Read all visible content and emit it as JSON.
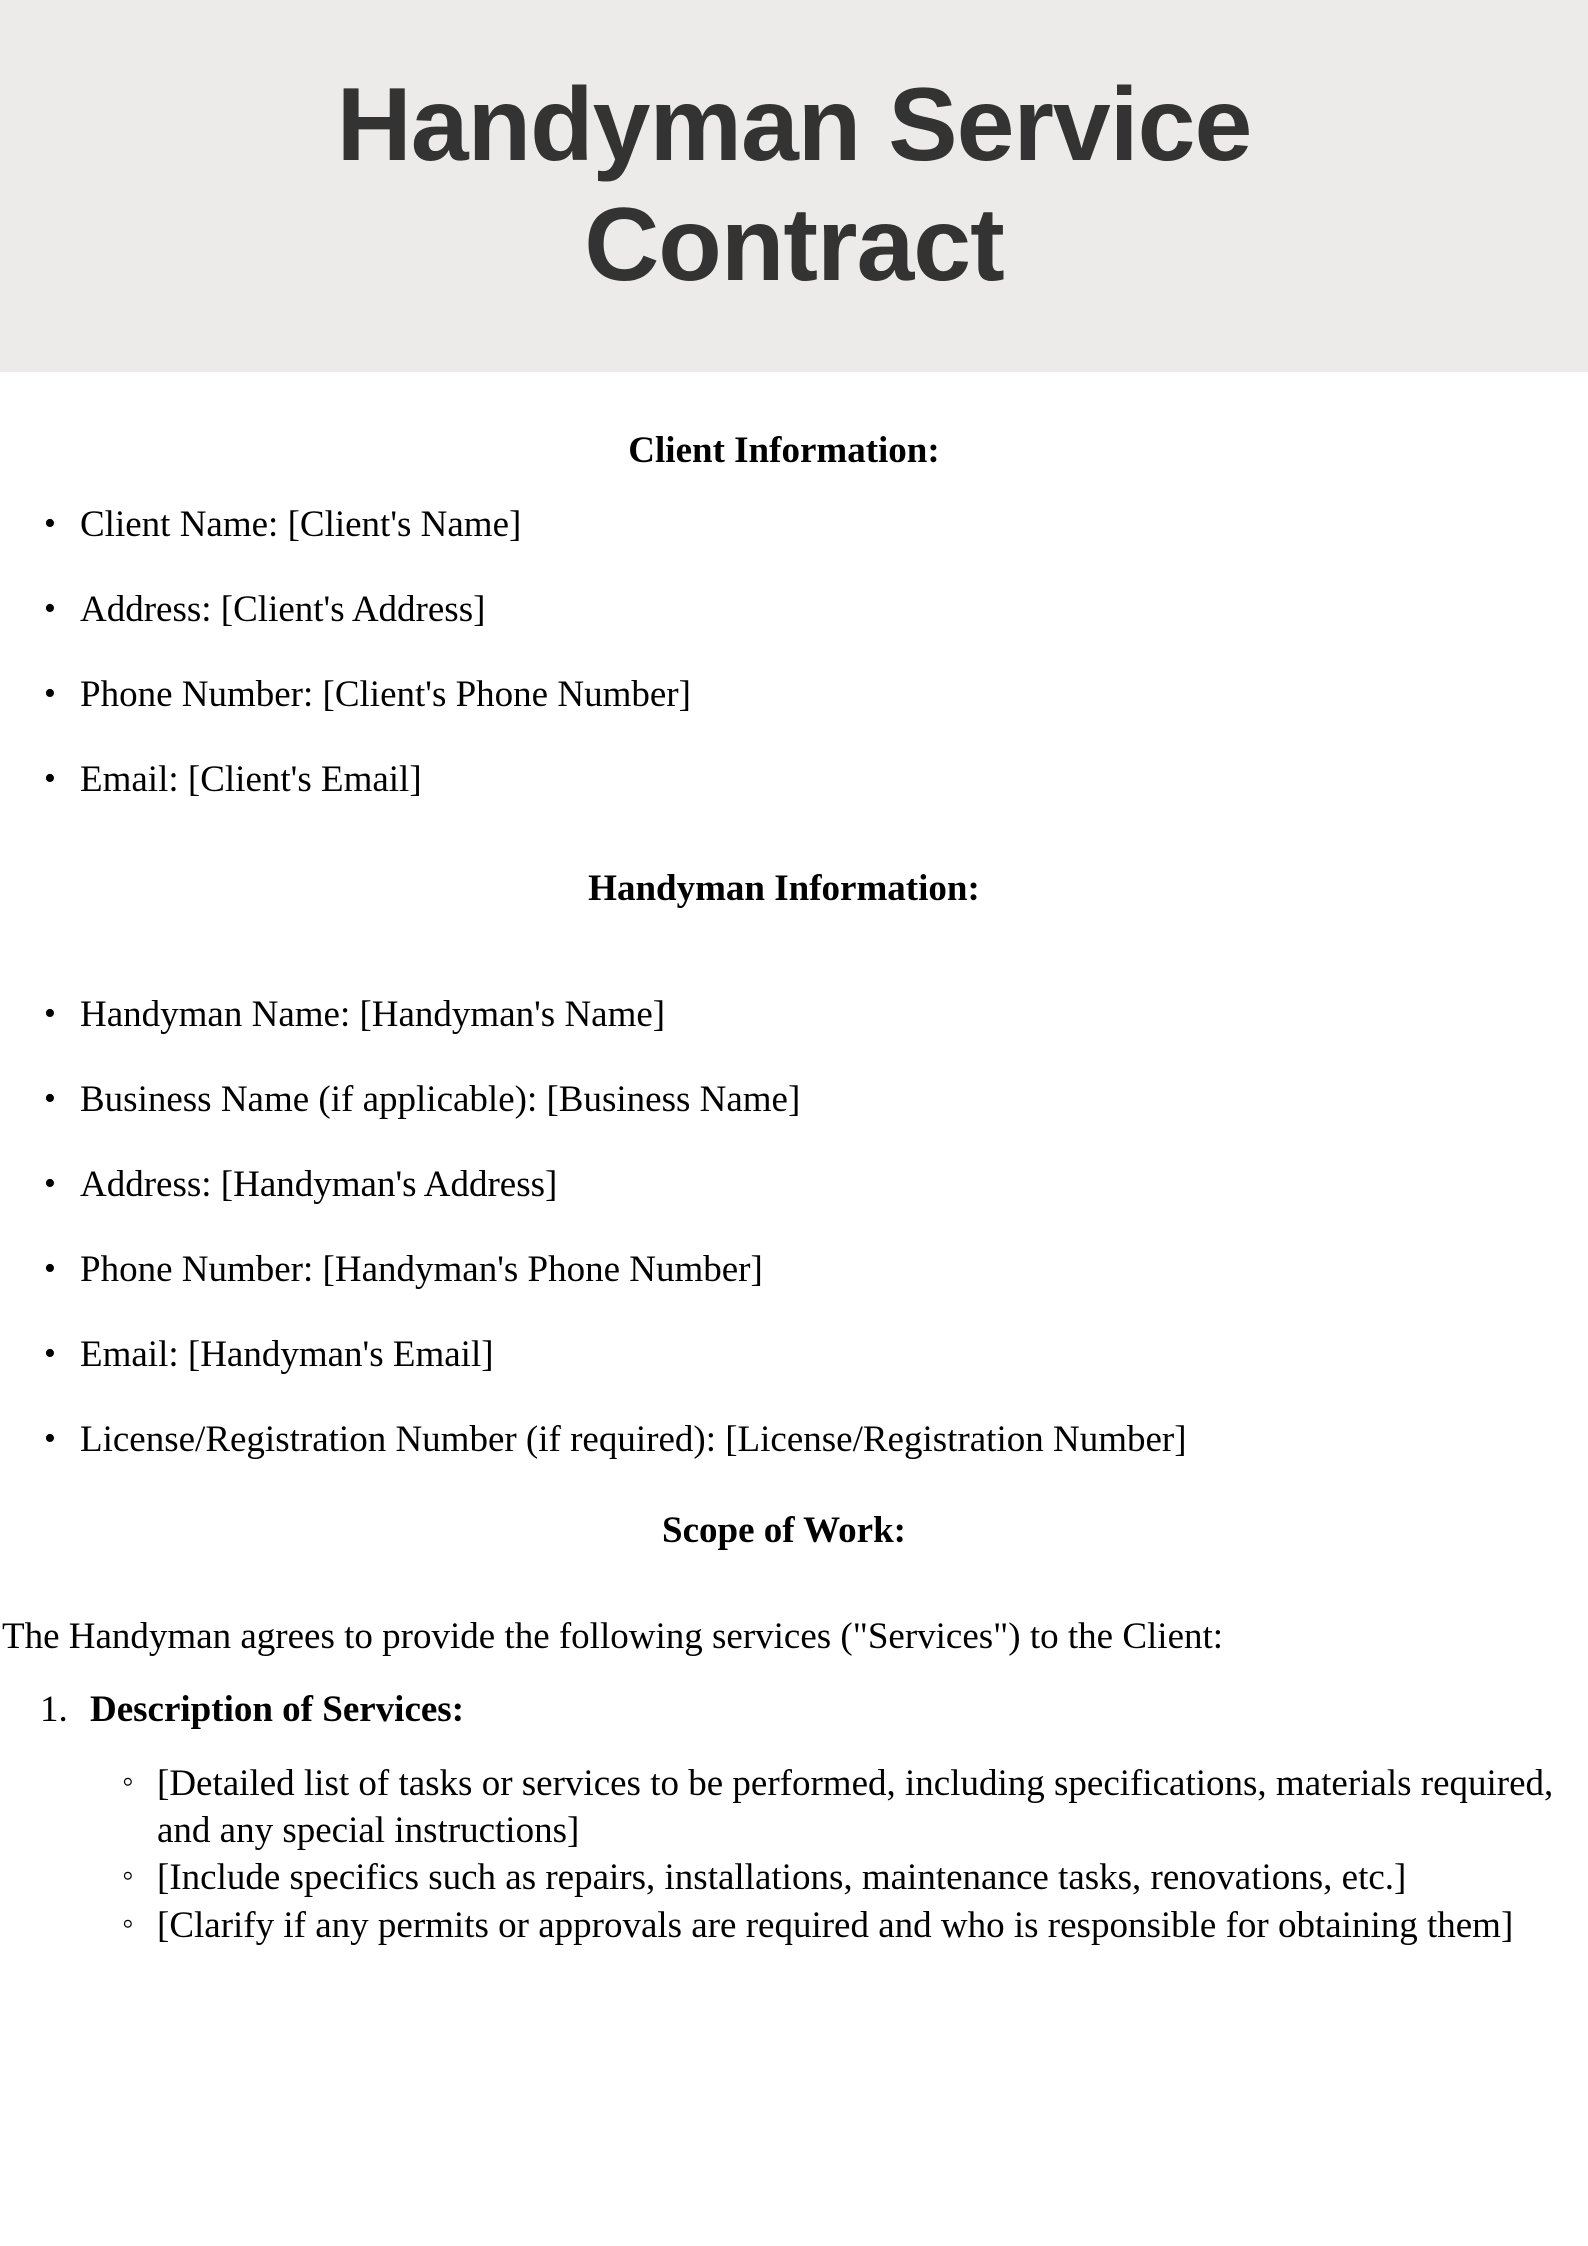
{
  "document": {
    "title_lines": [
      "Handyman Service",
      "Contract"
    ],
    "title_full": "Handyman Service Contract",
    "header_background": "#ecebe9",
    "title_color": "#333333",
    "page_background": "#ffffff",
    "text_color": "#000000"
  },
  "sections": {
    "client": {
      "heading": "Client Information:",
      "items": [
        "Client Name: [Client's Name]",
        "Address: [Client's Address]",
        "Phone Number: [Client's Phone Number]",
        "Email: [Client's Email]"
      ]
    },
    "handyman": {
      "heading": "Handyman Information:",
      "items": [
        "Handyman Name: [Handyman's Name]",
        "Business Name (if applicable): [Business Name]",
        "Address: [Handyman's Address]",
        "Phone Number: [Handyman's Phone Number]",
        "Email: [Handyman's Email]",
        "License/Registration Number (if required): [License/Registration Number]"
      ]
    },
    "scope": {
      "heading": "Scope of Work:",
      "lead": "The Handyman agrees to provide the following services (\"Services\") to the Client:",
      "numbered_items": [
        {
          "marker": "1.",
          "label": "Description of Services:",
          "subitems": [
            "[Detailed list of tasks or services to be performed, including specifications, materials required, and any special instructions]",
            "[Include specifics such as repairs, installations, maintenance tasks, renovations, etc.]",
            "[Clarify if any permits or approvals are required and who is responsible for obtaining them]"
          ]
        }
      ]
    }
  }
}
